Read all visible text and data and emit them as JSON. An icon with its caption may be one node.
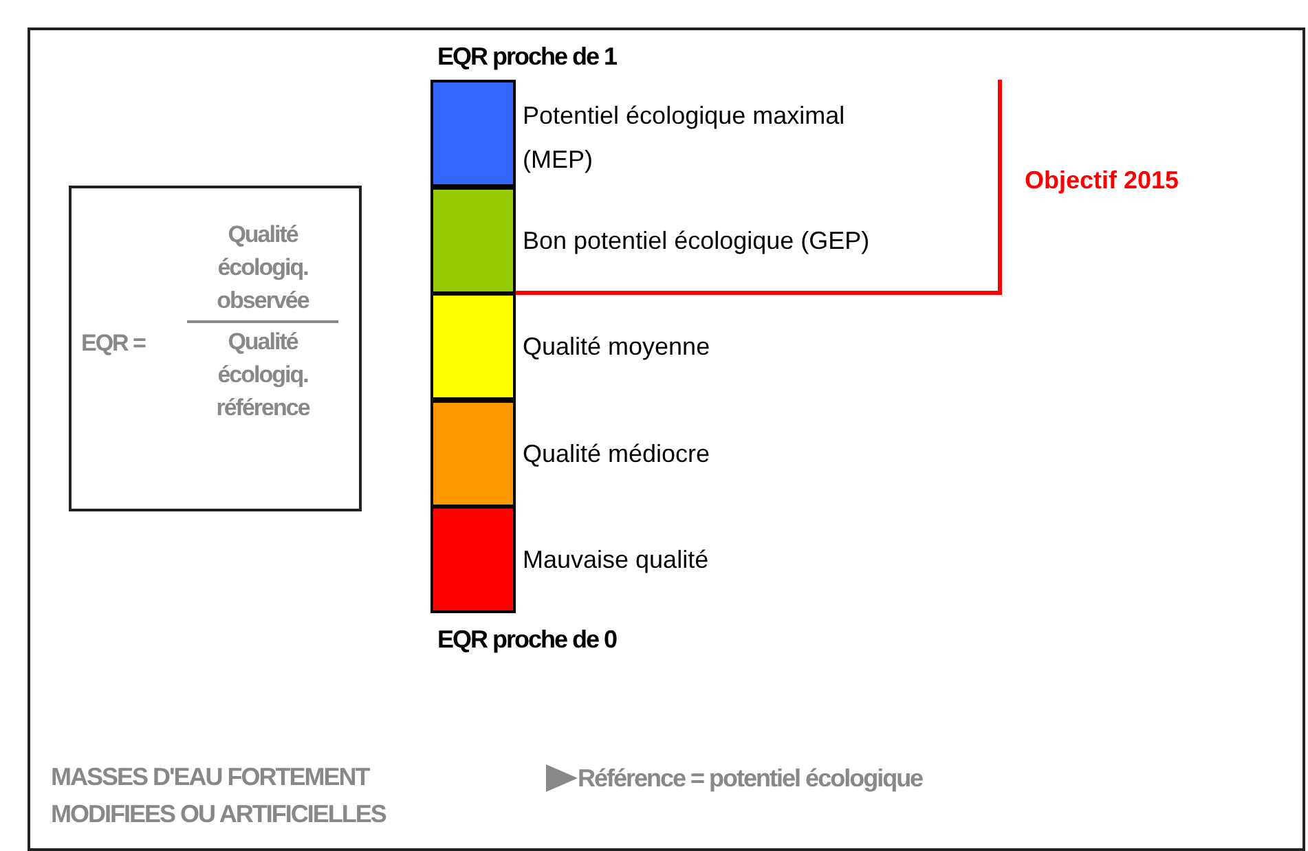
{
  "diagram": {
    "nodes": [
      {
        "text": [
          "EQR =",
          "Qualité écologiq. observée",
          "Qualité écologiq. référence"
        ]
      },
      {
        "text": [],
        "shape": "bar",
        "beside": [
          "Potentiel écologique maximal (MEP)"
        ]
      },
      {
        "text": [],
        "shape": "bar",
        "beside": [
          "Bon potentiel écologique (GEP)"
        ]
      },
      {
        "text": [],
        "shape": "bar",
        "beside": [
          "Qualité moyenne"
        ]
      },
      {
        "text": [],
        "shape": "bar",
        "beside": [
          "Qualité médiocre"
        ]
      },
      {
        "text": [],
        "shape": "bar",
        "beside": [
          "Mauvaise qualité"
        ]
      }
    ],
    "edges": [],
    "labels": [
      "EQR proche de 1",
      "Objectif 2015",
      "EQR proche de 0",
      "MASSES D'EAU FORTEMENT MODIFIEES OU ARTIFICIELLES",
      "Référence = potentiel écologique"
    ]
  }
}
